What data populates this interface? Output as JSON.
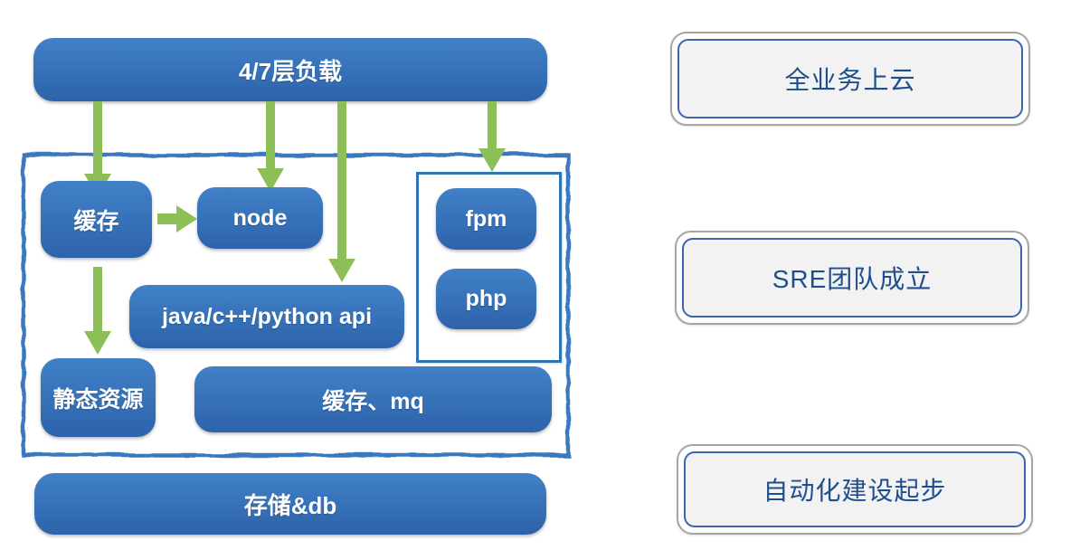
{
  "architecture": {
    "load_balancer": "4/7层负载",
    "cache": "缓存",
    "node": "node",
    "fpm": "fpm",
    "php": "php",
    "api": "java/c++/python api",
    "static_resources": "静态资源",
    "cache_mq": "缓存、mq",
    "storage_db": "存储&db"
  },
  "milestones": [
    {
      "label": "全业务上云"
    },
    {
      "label": "SRE团队成立"
    },
    {
      "label": "自动化建设起步"
    }
  ],
  "colors": {
    "box_blue_top": "#4181c7",
    "box_blue_bottom": "#2d63ab",
    "arrow_green": "#8cbf58",
    "container_border": "#3a79be",
    "inner_frame_border": "#2e74b5",
    "milestone_fill": "#f2f2f2",
    "milestone_outer_border": "#a6a6a6",
    "milestone_inner_border": "#3c64b0",
    "milestone_text": "#1f4e8f"
  }
}
